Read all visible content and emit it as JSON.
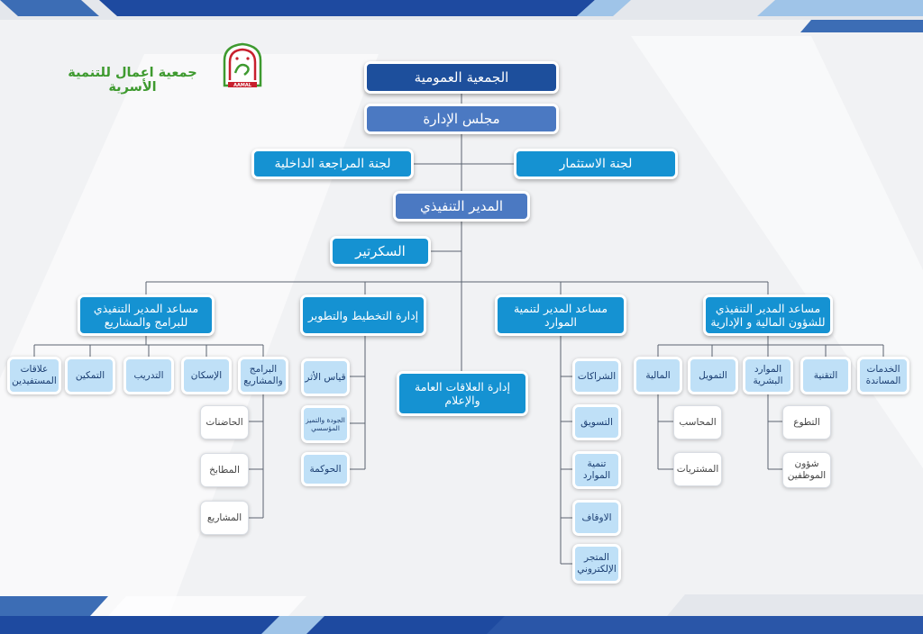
{
  "header": {
    "org_name": "جمعية اعمال للتنمية الأسرية",
    "logo_caption": "AAMAL"
  },
  "chart": {
    "general_assembly": "الجمعية العمومية",
    "board": "مجلس الإدارة",
    "internal_audit": "لجنة المراجعة الداخلية",
    "investment": "لجنة الاستثمار",
    "executive_director": "المدير التنفيذي",
    "secretary": "السكرتير",
    "public_relations": "إدارة العلاقات العامة والإعلام",
    "programs_assistant": {
      "title": "مساعد المدير التنفيذي للبرامج والمشاريع",
      "children": [
        "علاقات المستفيدين",
        "التمكين",
        "التدريب",
        "الإسكان",
        "البرامج والمشاريع"
      ],
      "projects_sub": [
        "الحاضنات",
        "المطابخ",
        "المشاريع"
      ]
    },
    "planning": {
      "title": "إدارة التخطيط والتطوير",
      "children": [
        "قياس الأثر",
        "الجودة والتميز المؤسسي",
        "الحوكمة"
      ]
    },
    "resources_assistant": {
      "title": "مساعد المدير لتنمية الموارد",
      "children": [
        "الشراكات",
        "التسويق",
        "تنمية الموارد",
        "الاوقاف",
        "المتجر الإلكتروني"
      ]
    },
    "finance_assistant": {
      "title": "مساعد المدير التنفيذي للشؤون المالية و الإدارية",
      "children": [
        "المالية",
        "التمويل",
        "الموارد البشرية",
        "التقنية",
        "الخدمات المساندة"
      ],
      "finance_sub": [
        "المحاسب",
        "المشتريات"
      ],
      "hr_sub": [
        "التطوع",
        "شؤون الموظفين"
      ]
    }
  },
  "colors": {
    "dark_blue": "#1d4f9c",
    "mid_blue": "#4b79c2",
    "bright_blue": "#1592d2",
    "light_blue": "#bfe0f7",
    "logo_green": "#3e9a2f",
    "logo_red": "#c8202e"
  }
}
